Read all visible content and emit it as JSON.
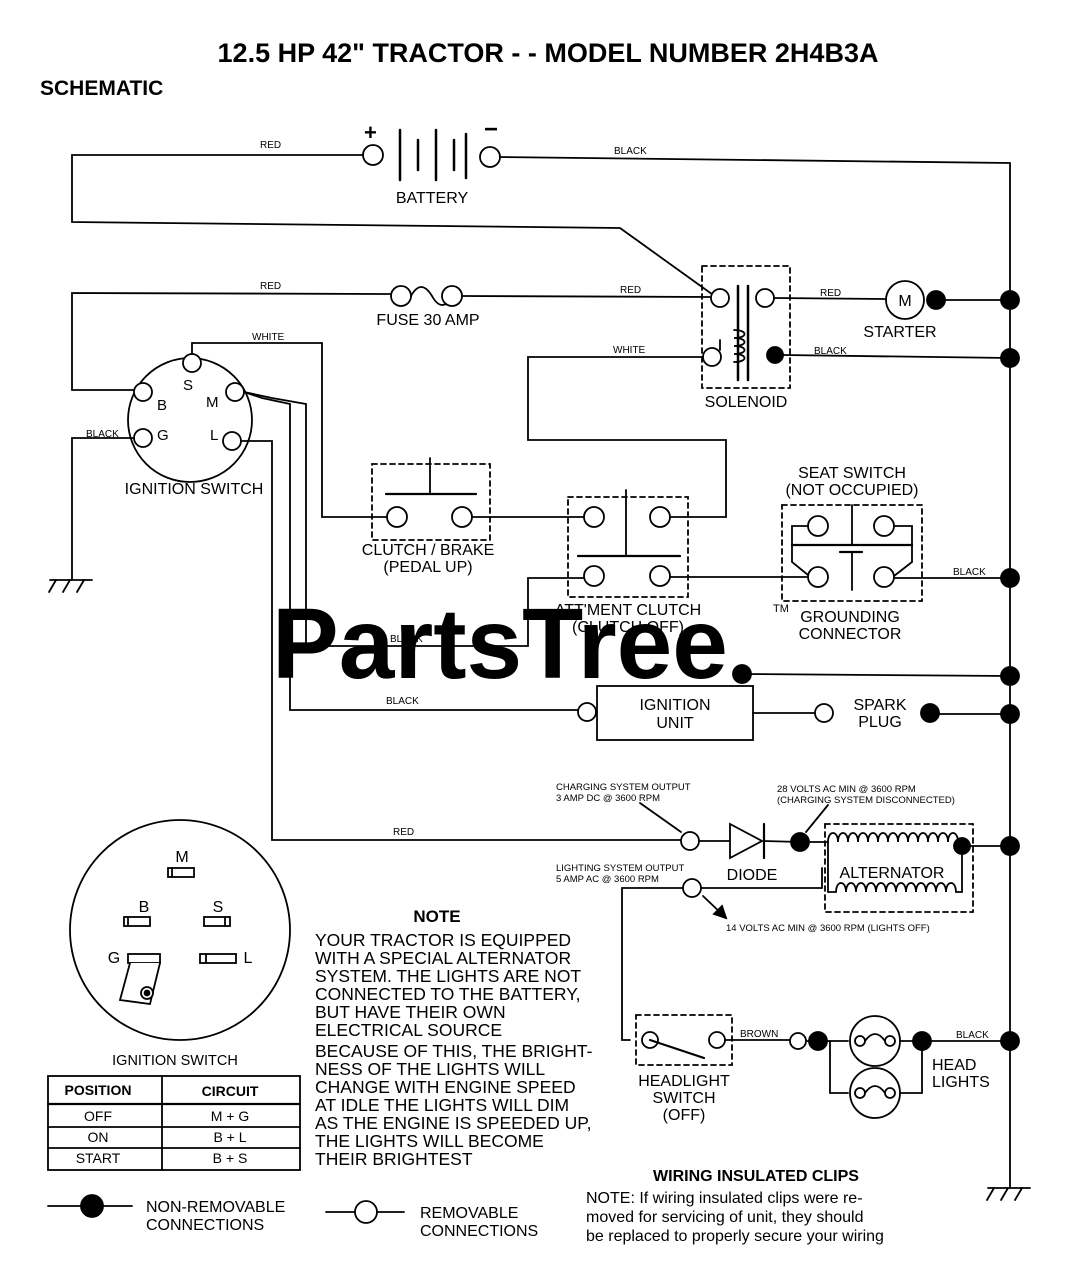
{
  "title": "12.5 HP 42\"  TRACTOR - - MODEL NUMBER 2H4B3A",
  "subtitle": "SCHEMATIC",
  "watermark": {
    "text": "PartsTree",
    "tm": "TM"
  },
  "wires": {
    "red": "RED",
    "black": "BLACK",
    "white": "WHITE",
    "brown": "BROWN"
  },
  "battery": {
    "label": "BATTERY",
    "positive": "+",
    "negative": "−"
  },
  "fuse": {
    "label": "FUSE 30 AMP"
  },
  "solenoid": {
    "label": "SOLENOID"
  },
  "starter": {
    "label": "STARTER",
    "symbol": "M"
  },
  "ignition_switch": {
    "label": "IGNITION SWITCH",
    "terminals": {
      "s": "S",
      "b": "B",
      "m": "M",
      "g": "G",
      "l": "L"
    }
  },
  "clutch_brake": {
    "line1": "CLUTCH / BRAKE",
    "line2": "(PEDAL UP)"
  },
  "attachment_clutch": {
    "line1": "ATT'MENT CLUTCH",
    "line2": "(CLUTCH OFF)"
  },
  "seat_switch": {
    "line1": "SEAT SWITCH",
    "line2": "(NOT OCCUPIED)"
  },
  "grounding_connector": {
    "line1": "GROUNDING",
    "line2": "CONNECTOR"
  },
  "ignition_unit": {
    "line1": "IGNITION",
    "line2": "UNIT"
  },
  "spark_plug": {
    "line1": "SPARK",
    "line2": "PLUG"
  },
  "charging": {
    "output_line1": "CHARGING SYSTEM OUTPUT",
    "output_line2": "3 AMP DC @ 3600 RPM",
    "ac_line1": "28 VOLTS AC MIN  @ 3600 RPM",
    "ac_line2": "(CHARGING SYSTEM DISCONNECTED)",
    "lighting_line1": "LIGHTING SYSTEM OUTPUT",
    "lighting_line2": "5 AMP AC @ 3600 RPM",
    "lights_off_line": "14 VOLTS AC MIN  @ 3600 RPM (LIGHTS OFF)"
  },
  "diode": {
    "label": "DIODE"
  },
  "alternator": {
    "label": "ALTERNATOR"
  },
  "headlight_switch": {
    "line1": "HEADLIGHT",
    "line2": "SWITCH",
    "line3": "(OFF)"
  },
  "head_lights": {
    "line1": "HEAD",
    "line2": "LIGHTS"
  },
  "table": {
    "headers": [
      "POSITION",
      "CIRCUIT"
    ],
    "rows": [
      {
        "position": "OFF",
        "circuit": "M + G"
      },
      {
        "position": "ON",
        "circuit": "B + L"
      },
      {
        "position": "START",
        "circuit": "B + S"
      }
    ]
  },
  "note": {
    "heading": "NOTE",
    "lines": [
      "YOUR TRACTOR IS EQUIPPED",
      "WITH A SPECIAL ALTERNATOR",
      "SYSTEM.  THE LIGHTS ARE NOT",
      "CONNECTED TO  THE BATTERY,",
      "BUT HAVE THEIR OWN",
      "ELECTRICAL SOURCE",
      "BECAUSE OF THIS, THE BRIGHT-",
      "NESS OF THE LIGHTS WILL",
      "CHANGE WITH ENGINE SPEED",
      "AT IDLE THE LIGHTS WILL DIM",
      "AS THE ENGINE IS SPEEDED UP,",
      "THE LIGHTS WILL BECOME",
      "THEIR BRIGHTEST"
    ]
  },
  "clips": {
    "heading": "WIRING INSULATED CLIPS",
    "lines": [
      "NOTE: If wiring insulated clips  were  re-",
      "moved  for servicing  of  unit,  they should",
      "be replaced to properly secure your wiring"
    ]
  },
  "legend": {
    "non_removable": {
      "line1": "NON-REMOVABLE",
      "line2": "CONNECTIONS"
    },
    "removable": {
      "line1": "REMOVABLE",
      "line2": "CONNECTIONS"
    }
  }
}
